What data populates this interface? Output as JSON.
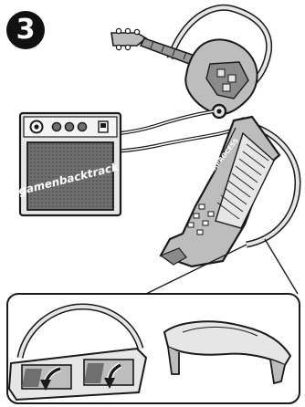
{
  "step": {
    "number": "3"
  },
  "amp": {
    "brand": "gamenbacktrack"
  },
  "keytar": {
    "brand": "STARPROCESS"
  },
  "detail_panel": {
    "arrow_icon": "curved-arrow-icon",
    "left_item": "strap-with-clip-slots",
    "right_item": "strap-clip"
  },
  "colors": {
    "outline": "#1a1a1a",
    "light_gray": "#e6e6e6",
    "mid_gray": "#bdbdbd",
    "dark_gray": "#6f6f6f",
    "badge": "#111111"
  }
}
